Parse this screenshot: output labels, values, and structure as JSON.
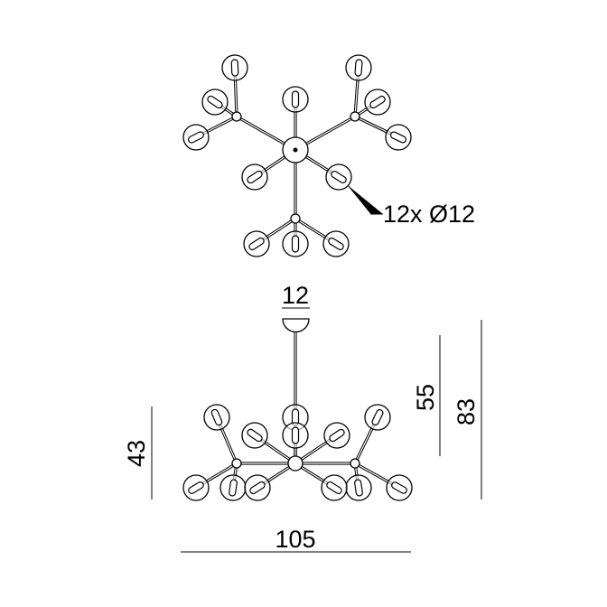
{
  "top_view": {
    "callout": "12x Ø12"
  },
  "side_view": {
    "canopy_width": "12",
    "lamp_height": "43",
    "min_height": "55",
    "max_height": "83",
    "width": "105"
  },
  "colors": {
    "line": "#000000",
    "background": "#ffffff"
  }
}
